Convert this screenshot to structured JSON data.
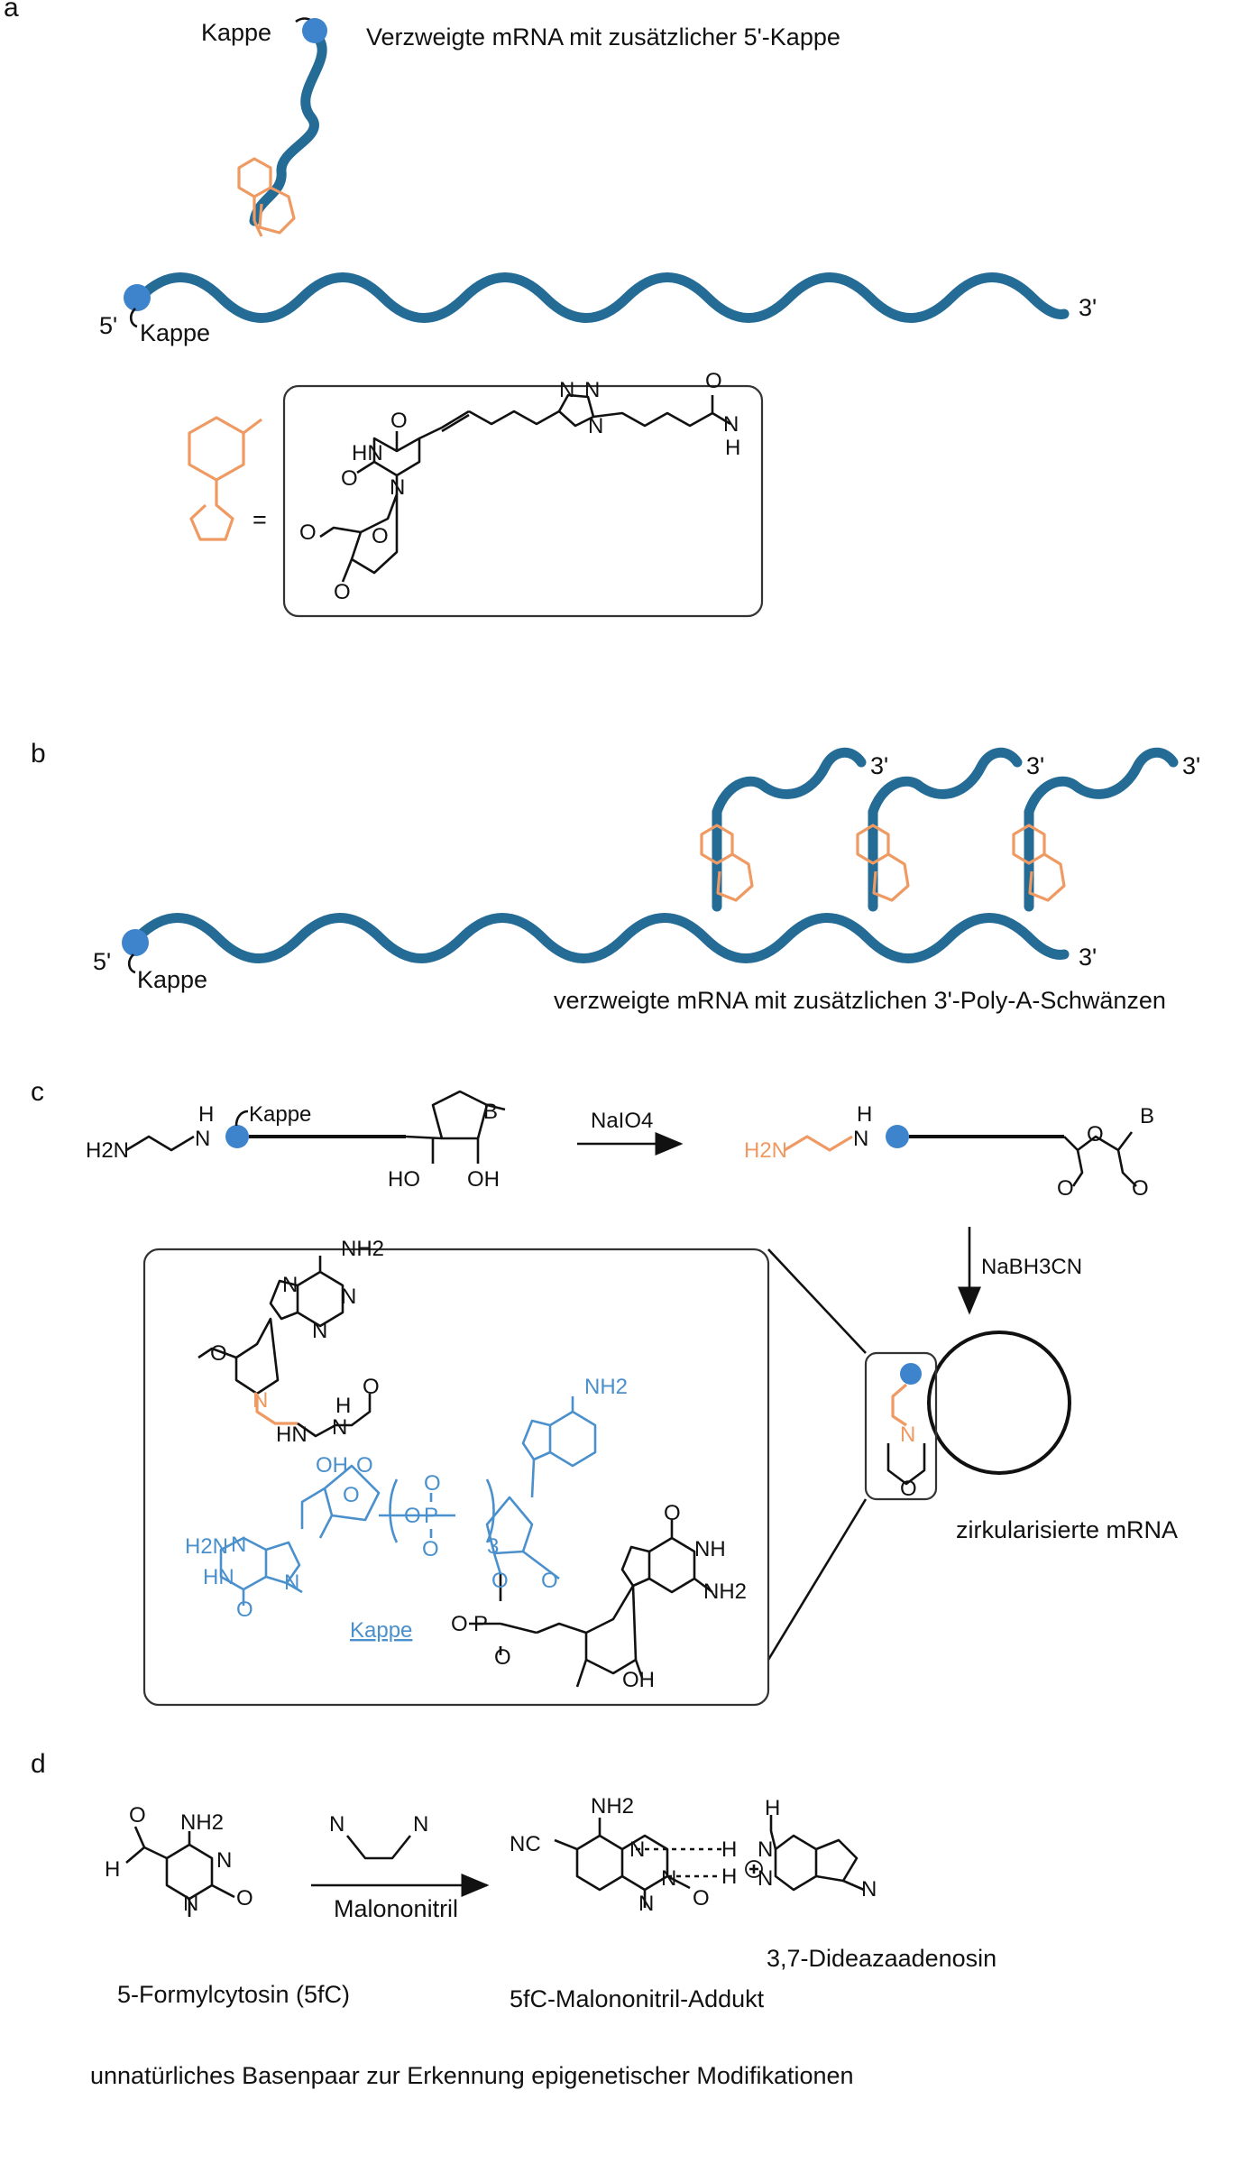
{
  "colors": {
    "helix": "#246b96",
    "cap": "#3d84cc",
    "linker": "#ee9a62",
    "kappe_blue": "#4a90cc",
    "ink": "#111111"
  },
  "panel_a": {
    "letter": "a",
    "kappe_top": "Kappe",
    "title": "Verzweigte mRNA mit zusätzlicher 5'-Kappe",
    "five_prime": "5'",
    "kappe_bottom": "Kappe",
    "three_prime": "3'",
    "equals": "=",
    "chem_labels": [
      "O",
      "HN",
      "O",
      "N",
      "O",
      "O",
      "O",
      "N",
      "N",
      "N",
      "O",
      "N",
      "H"
    ]
  },
  "panel_b": {
    "letter": "b",
    "tail_labels": [
      "3'",
      "3'",
      "3'"
    ],
    "three_prime": "3'",
    "five_prime": "5'",
    "kappe": "Kappe",
    "caption": "verzweigte mRNA mit zusätzlichen 3'-Poly-A-Schwänzen"
  },
  "panel_c": {
    "letter": "c",
    "h2n": "H2N",
    "n_h": "N",
    "h": "H",
    "kappe": "Kappe",
    "b": "B",
    "ho": "HO",
    "oh": "OH",
    "o": "O",
    "reagent1": "NaIO4",
    "reagent2": "NaBH3CN",
    "circular_label": "zirkularisierte mRNA",
    "kappe_underlined": "Kappe",
    "nh2": "NH2",
    "inset_labels": [
      "O",
      "N",
      "N",
      "N",
      "N",
      "HN",
      "N",
      "H",
      "O",
      "OH",
      "O",
      "O",
      "O",
      "P",
      "O",
      "O",
      "3",
      "O",
      "O",
      "H2N",
      "N",
      "HN",
      "N",
      "O",
      "NH",
      "NH2",
      "O",
      "P",
      "O",
      "O",
      "OH"
    ]
  },
  "panel_d": {
    "letter": "d",
    "name_5fc": "5-Formylcytosin (5fC)",
    "reagent": "Malononitril",
    "name_adduct": "5fC-Malononitril-Addukt",
    "name_deaza": "3,7-Dideazaadenosin",
    "caption": "unnatürliches Basenpaar zur Erkennung epigenetischer Modifikationen",
    "labels": [
      "O",
      "H",
      "NH2",
      "N",
      "O",
      "N",
      "N",
      "N",
      "NC",
      "NH2",
      "N",
      "N",
      "O",
      "N",
      "H",
      "H",
      "N",
      "N",
      "H",
      "N"
    ]
  }
}
